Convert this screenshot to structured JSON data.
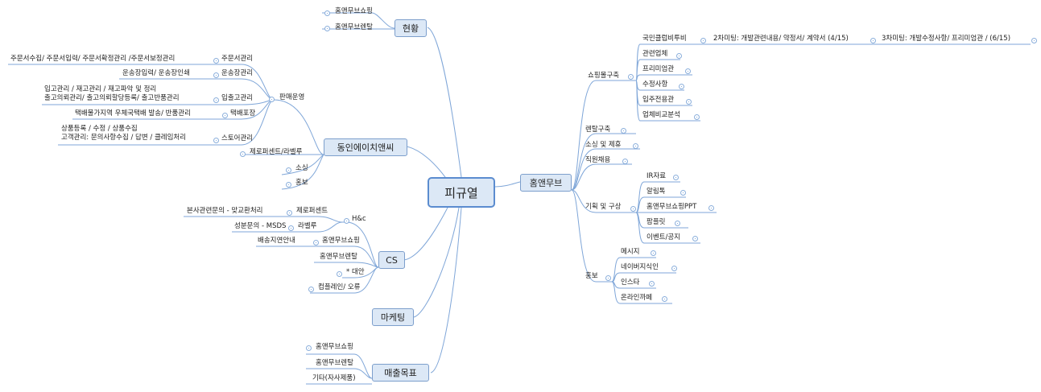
{
  "root": "피규열",
  "colors": {
    "line": "#7fa6d8",
    "box_fill": "#dce8f6",
    "box_border": "#7d9fcc"
  },
  "branches": {
    "status": {
      "title": "현황",
      "items": [
        "홈앤무브쇼핑",
        "홈앤무브렌탈"
      ]
    },
    "dongin": {
      "title": "동인에이치앤씨",
      "sales": "판매운영",
      "order_mgmt": "주문서관리",
      "order_detail": "주문서수집/ 주문서입력/ 주문서확정관리 /주문서보정관리",
      "ship_mgmt": "운송장관리",
      "ship_detail": "운송장입력/ 운송장인쇄",
      "inout_mgmt": "입출고관리",
      "inout_detail_1": "입고관리 / 재고관리 / 재고파악 및 정리",
      "inout_detail_2": "출고의뢰관리/ 출고의뢰할당등록/ 출고반품관리",
      "pack": "택배포장",
      "pack_detail": "택배물가지역 우체국택배 발송/ 반품관리",
      "store_mgmt": "스토어관리",
      "store_detail_1": "상품등록 / 수정 / 상품수집",
      "store_detail_2": "고객관리: 문의사항수집 / 답변 / 클레임처리",
      "promo": "제로퍼센트/라벨루",
      "sourcing": "소싱",
      "pr": "홍보"
    },
    "cs": {
      "title": "CS",
      "hc": "H&c",
      "zero": "제로퍼센트",
      "zero_detail": "본사관련문의 - 맞교환처리",
      "label": "라벨루",
      "label_detail": "성분문의 - MSDS",
      "shop": "홈앤무브쇼핑",
      "shop_detail": "배송지연안내",
      "rental": "홈앤무브렌탈",
      "alt": "* 대안",
      "complain": "컴플레인/ 오류"
    },
    "marketing": {
      "title": "마케팅"
    },
    "sales_target": {
      "title": "매출목표",
      "items": [
        "홈앤무브쇼핑",
        "홈앤무브렌탈",
        "기타(자사제품)"
      ]
    },
    "homeandmove": {
      "title": "홈앤무브",
      "mall": "쇼핑몰구축",
      "mall_items": [
        "국민클럽비투비",
        "관련업체",
        "프리미엄관",
        "수정사항",
        "입주전용관",
        "업체비교분석"
      ],
      "meeting2": "2차미팅: 개발관련내용/ 약정서/ 계약서 (4/15)",
      "meeting3": "3차미팅: 개발수정사항/ 프리미엄관 / (6/15)",
      "rental": "렌탈구축",
      "sourcing": "소싱 및 제휴",
      "hiring": "직원채용",
      "plan": "기획 및 구상",
      "plan_items": [
        "IR자료",
        "알림톡",
        "홈앤무브쇼핑PPT",
        "팜플릿",
        "이벤트/공지"
      ],
      "pr": "홍보",
      "pr_items": [
        "메시지",
        "네이버지식인",
        "인스타",
        "온라인까페"
      ]
    }
  }
}
